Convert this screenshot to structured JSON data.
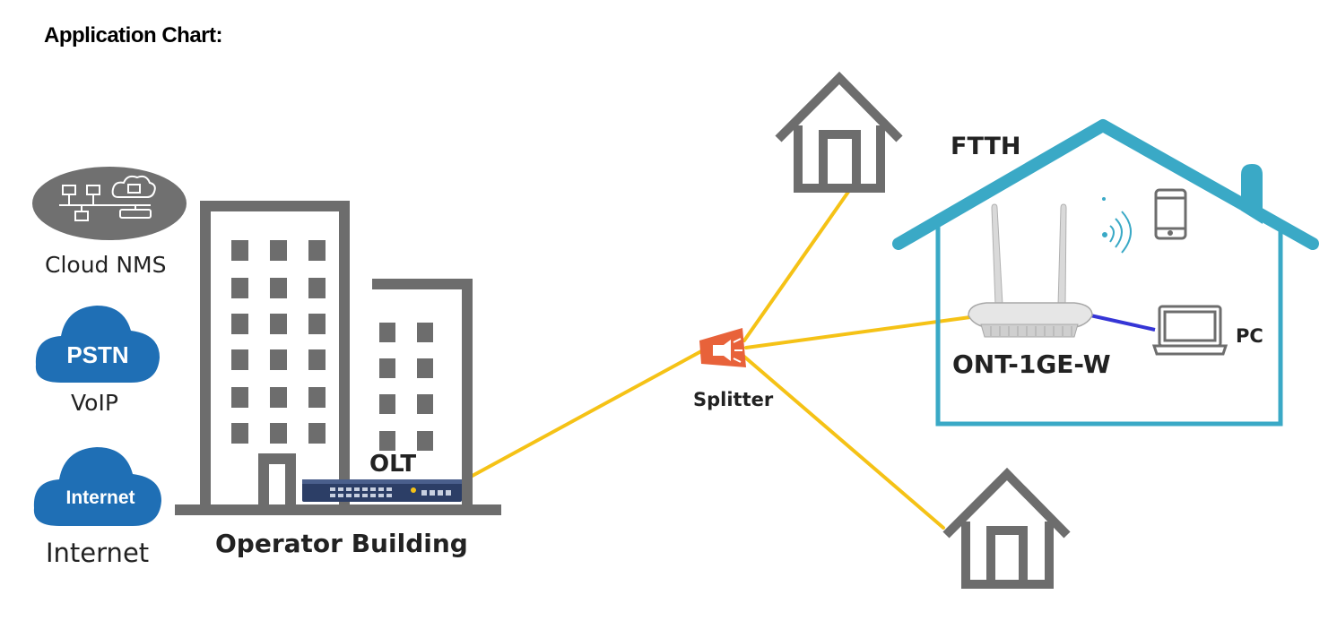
{
  "heading": "Application Chart:",
  "left_services": {
    "cloud_nms": {
      "label": "Cloud NMS",
      "icon": "network-cloud-icon"
    },
    "pstn": {
      "badge": "PSTN",
      "label": "VoIP",
      "icon": "cloud-icon"
    },
    "internet": {
      "badge": "Internet",
      "label": "Internet",
      "icon": "cloud-icon"
    }
  },
  "operator": {
    "label": "Operator Building",
    "device_label": "OLT"
  },
  "splitter": {
    "label": "Splitter"
  },
  "home": {
    "title": "FTTH",
    "ont_label": "ONT-1GE-W",
    "pc_label": "PC"
  },
  "colors": {
    "building_gray": "#6d6d6d",
    "fiber_yellow": "#f5c216",
    "house_teal": "#3aa9c6",
    "cloud_blue": "#1f6fb5",
    "splitter_orange": "#e8623a",
    "ethernet_blue": "#3535d6",
    "olt_navy": "#2c3e66"
  }
}
